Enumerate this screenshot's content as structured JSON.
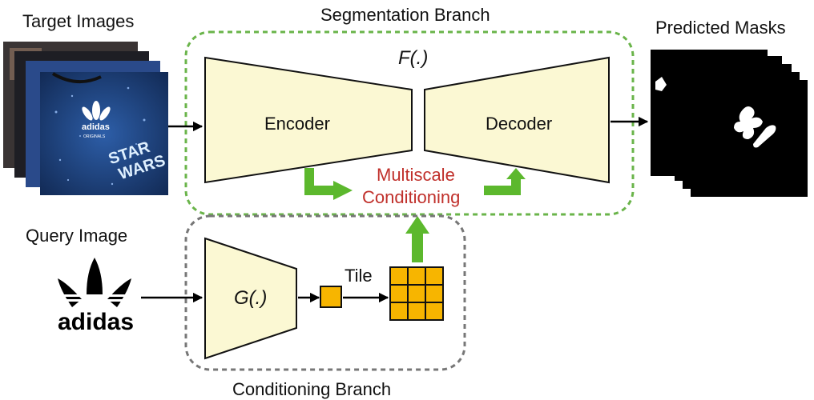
{
  "labels": {
    "target_images": "Target Images",
    "segmentation_branch": "Segmentation Branch",
    "f_func": "F(.)",
    "predicted_masks": "Predicted Masks",
    "encoder": "Encoder",
    "decoder": "Decoder",
    "multiscale_line1": "Multiscale",
    "multiscale_line2": "Conditioning",
    "query_image": "Query Image",
    "g_func": "G(.)",
    "tile": "Tile",
    "conditioning_branch": "Conditioning Branch"
  },
  "logo": {
    "wordmark": "adidas",
    "card_wordmark": "adidas",
    "card_subtext": "ORIGINALS",
    "card_text_line1": "STAR",
    "card_text_line2": "WARS"
  },
  "colors": {
    "block_fill": "#fbf8d3",
    "arrow_green": "#5cb82d",
    "seg_border": "#6ab44a",
    "cond_border": "#777777",
    "tile_orange": "#f7b500",
    "text_red": "#c0302b"
  }
}
